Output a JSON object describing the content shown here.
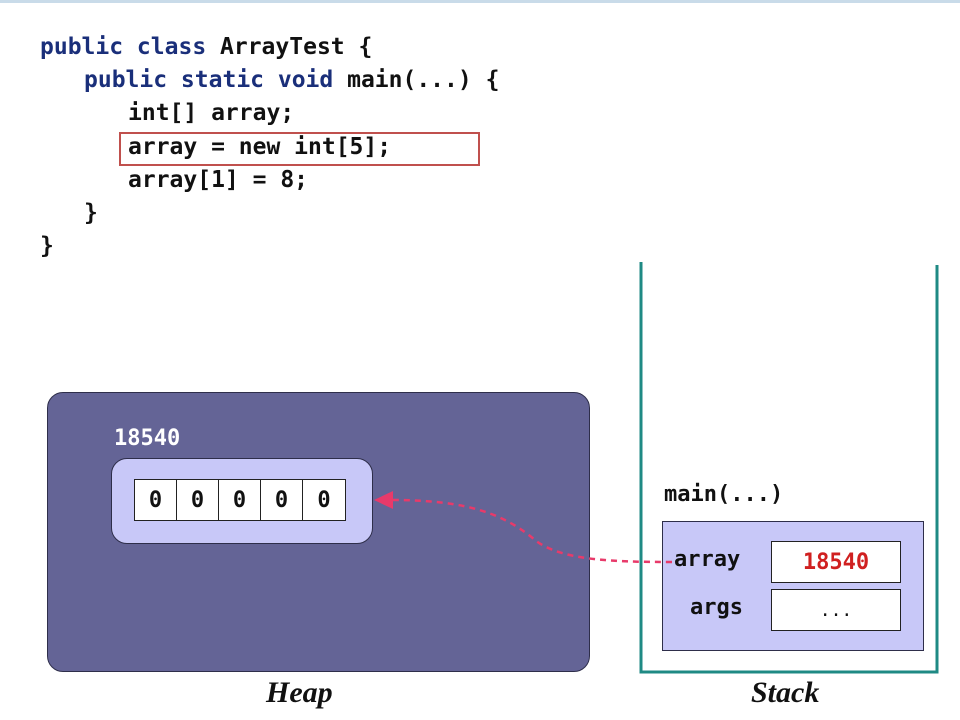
{
  "code": {
    "lines": [
      {
        "kw": "public class",
        "text": " ArrayTest {"
      },
      {
        "kw": "public static void",
        "text": " main(...) {"
      },
      {
        "kw": "",
        "text": "int[] array;"
      },
      {
        "kw": "",
        "text": "array = new int[5];"
      },
      {
        "kw": "",
        "text": "array[1] = 8;"
      },
      {
        "kw": "",
        "text": "}"
      },
      {
        "kw": "",
        "text": "}"
      }
    ]
  },
  "heap": {
    "label": "Heap",
    "object_address": "18540",
    "cells": [
      "0",
      "0",
      "0",
      "0",
      "0"
    ]
  },
  "stack": {
    "label": "Stack",
    "frame_label": "main(...)",
    "vars": [
      {
        "name": "array",
        "value": "18540"
      },
      {
        "name": "args",
        "value": "..."
      }
    ]
  },
  "colors": {
    "heap_bg": "#646496",
    "object_bg": "#c8c8f8",
    "stack_border": "#1f8a84",
    "highlight": "#c0504d",
    "reference_value": "#d02020",
    "pointer_arrow": "#e83a6a",
    "keyword": "#1a2f7a"
  }
}
